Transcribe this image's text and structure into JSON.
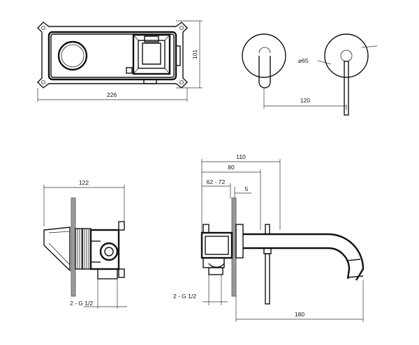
{
  "labels": {
    "top_width": "226",
    "top_height": "101",
    "diameter": "⌀65",
    "spacing": "120",
    "side_depth": "122",
    "connection_left": "2 - G 1/2",
    "overall_depth": "110",
    "depth_80": "80",
    "adjust_range": "62 - 72",
    "gap": "5",
    "connection_right": "2 - G 1/2",
    "spout_length": "180"
  }
}
